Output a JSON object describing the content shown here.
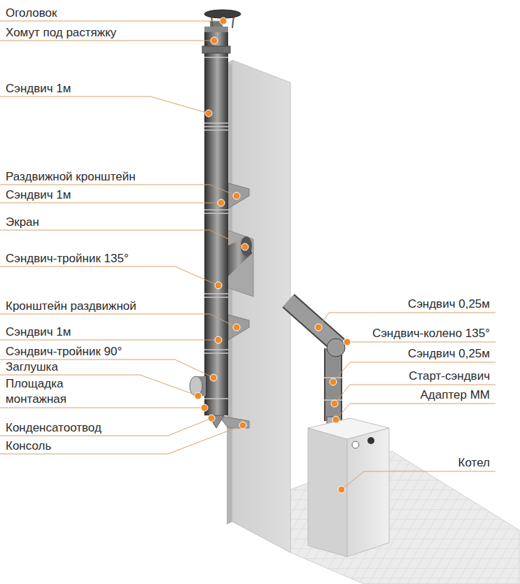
{
  "diagram": {
    "labels": [
      "Оголовок",
      "Хомут под растяжку",
      "Сэндвич 1м",
      "Раздвижной кронштейн",
      "Сэндвич 1м",
      "Экран",
      "Сэндвич-тройник 135°",
      "Кронштейн раздвижной",
      "Сэндвич 1м",
      "Сэндвич-тройник 90°",
      "Заглушка",
      "Площадка монтажная",
      "Конденсатоотвод",
      "Консоль",
      "Сэндвич 0,25м",
      "Сэндвич-колено 135°",
      "Сэндвич 0,25м",
      "Старт-сэндвич",
      "Адаптер ММ",
      "Котел"
    ]
  }
}
